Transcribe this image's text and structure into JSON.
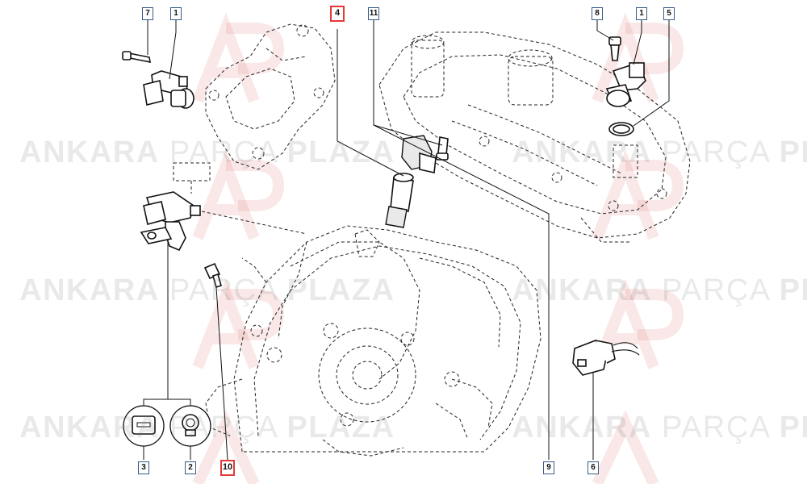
{
  "watermark": {
    "word1": "ANKARA",
    "word2": "PARÇA",
    "word3": "PLAZA",
    "logo": "AP"
  },
  "callouts": {
    "c7": "7",
    "c1a": "1",
    "c4": "4",
    "c11": "11",
    "c8": "8",
    "c1b": "1",
    "c5": "5",
    "c3": "3",
    "c2": "2",
    "c10": "10",
    "c9": "9",
    "c6": "6"
  },
  "colors": {
    "line": "#222222",
    "callout_border": "#3a5a88",
    "highlight": "#e53935",
    "watermark": "#b0b0b0",
    "watermark_logo": "#e06060"
  }
}
